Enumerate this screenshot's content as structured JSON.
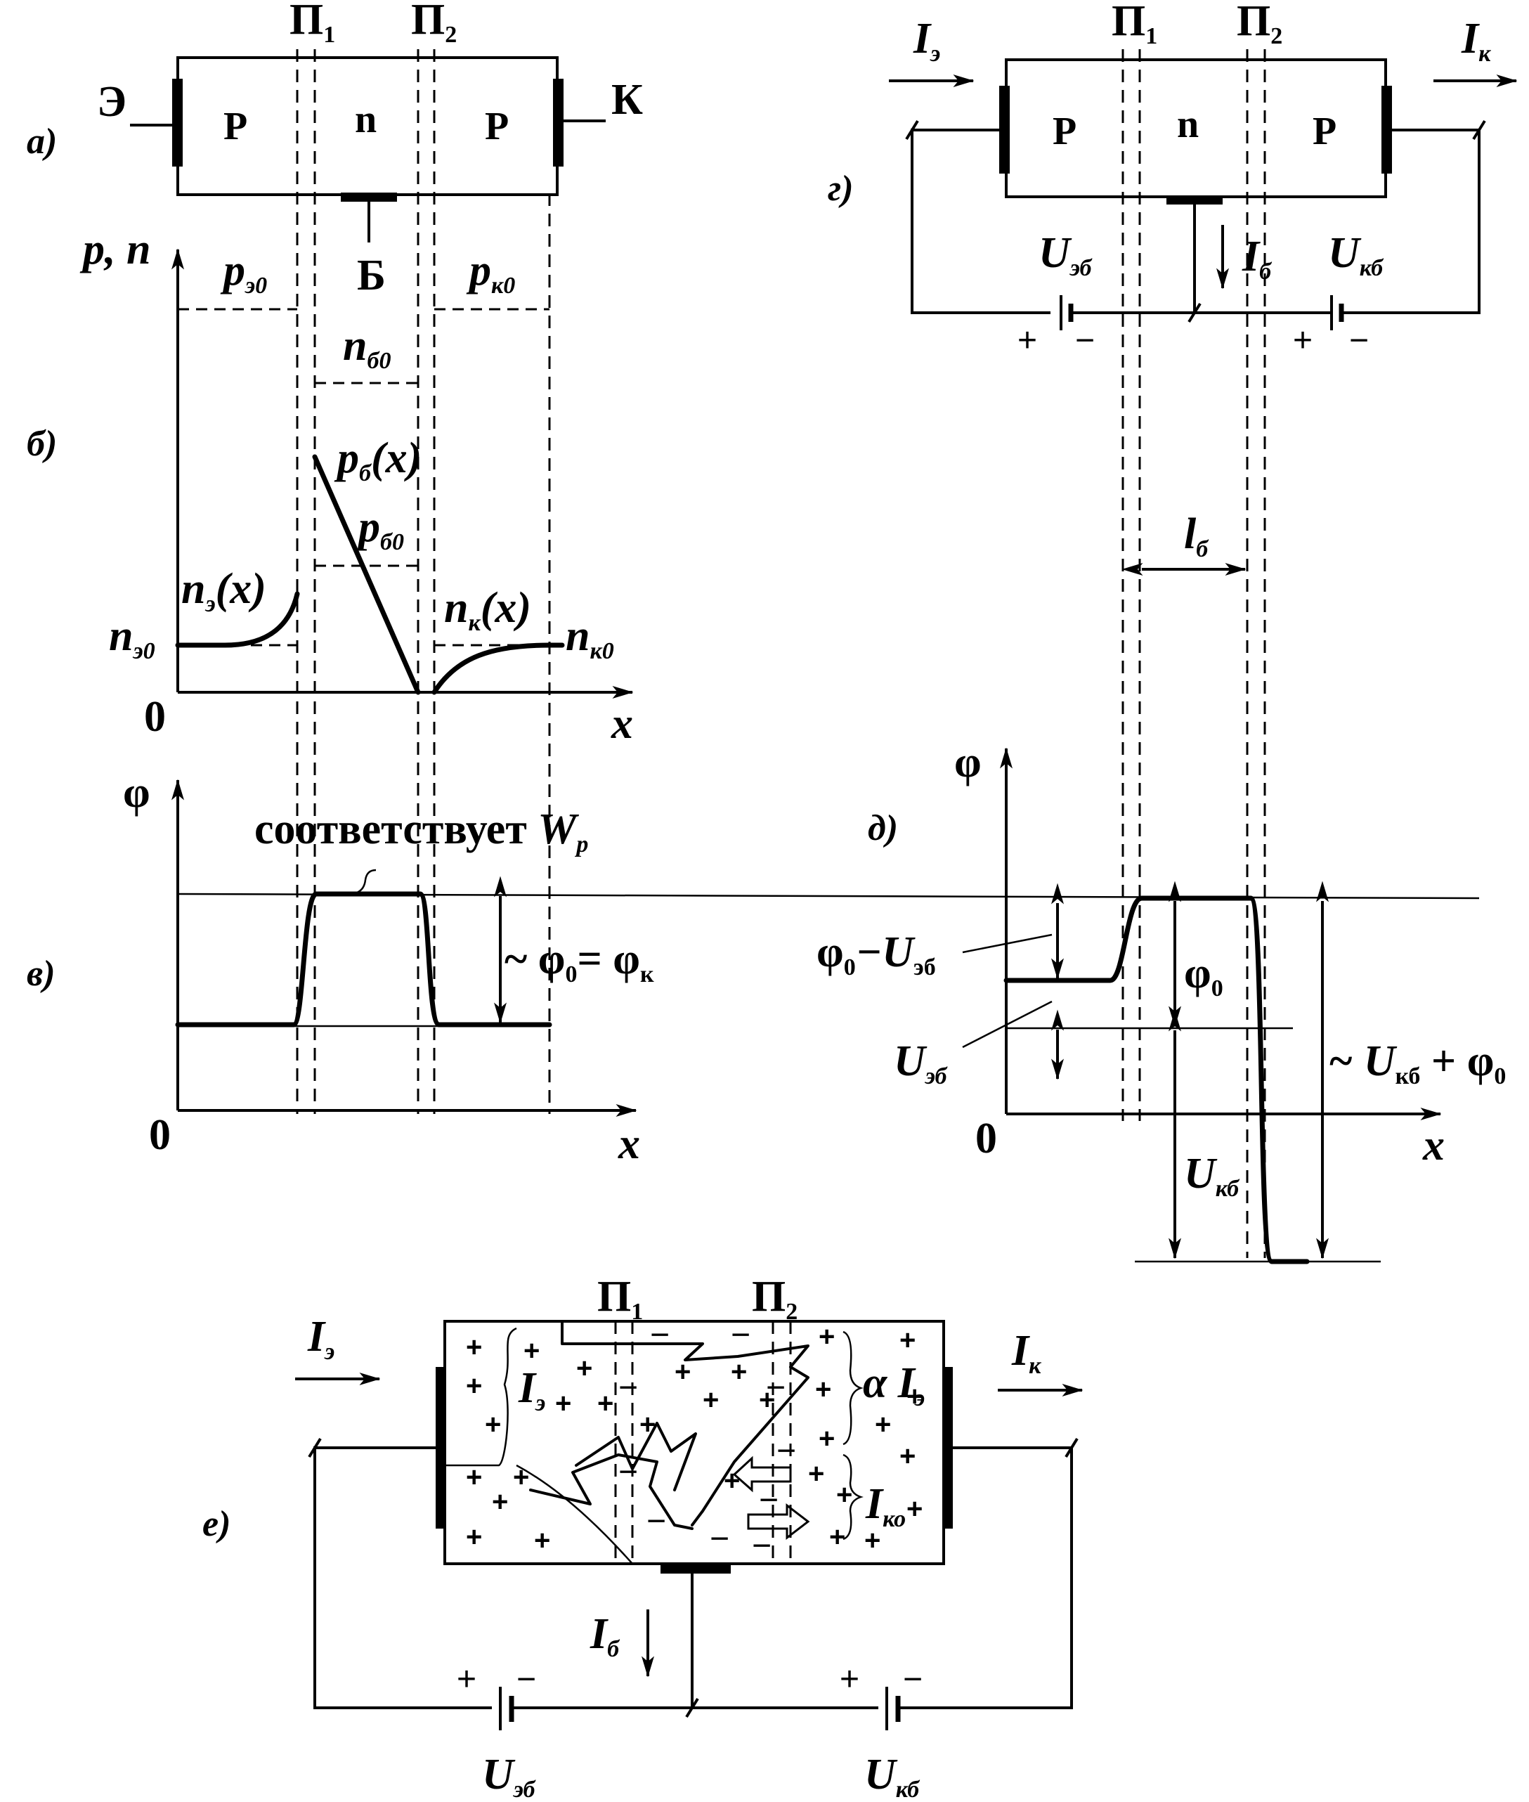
{
  "panels": {
    "a": "а)",
    "b": "б)",
    "v": "в)",
    "g": "г)",
    "d": "д)",
    "e": "е)"
  },
  "regions": {
    "p_left": "P",
    "n_mid": "n",
    "p_right": "P"
  },
  "terminals": {
    "emitter": "Э",
    "collector": "К",
    "base": "Б"
  },
  "junctions": {
    "j1_main": "П",
    "j1_sub": "1",
    "j2_main": "П",
    "j2_sub": "2"
  },
  "axes": {
    "b_y": "p, n",
    "phi": "φ",
    "zero": "0",
    "x": "x"
  },
  "concentrations": {
    "pe0_main": "p",
    "pe0_sub": "э0",
    "pk0_main": "p",
    "pk0_sub": "к0",
    "nb0_main": "n",
    "nb0_sub": "б0",
    "pb_main": "p",
    "pb_sub": "б",
    "pb_arg": "(x)",
    "pb0_main": "p",
    "pb0_sub": "б0",
    "ne_main": "n",
    "ne_sub": "э",
    "ne_arg": "(x)",
    "ne0_main": "n",
    "ne0_sub": "э0",
    "nk_main": "n",
    "nk_sub": "к",
    "nk_arg": "(x)",
    "nk0_main": "n",
    "nk0_sub": "к0"
  },
  "potential_v": {
    "note_text": "соответствует ",
    "note_w": "W",
    "note_w_sub": "p",
    "phi0_eq_a": "~ φ",
    "phi0_eq_sub": "0",
    "phi0_eq_b": "= φ",
    "phi0_eq_sub2": "к"
  },
  "circuit_g": {
    "ie_main": "I",
    "ie_sub": "э",
    "ik_main": "I",
    "ik_sub": "к",
    "ib_main": "I",
    "ib_sub": "б",
    "ueb_main": "U",
    "ueb_sub": "эб",
    "ukb_main": "U",
    "ukb_sub": "кб",
    "plus": "+",
    "minus": "−"
  },
  "width_lb": {
    "main": "l",
    "sub": "б"
  },
  "potential_d": {
    "phi0_minus_main": "φ",
    "phi0_minus_sub": "0",
    "phi0_minus_rest": "−U",
    "phi0_minus_sub2": "эб",
    "phi0_main": "φ",
    "phi0_sub": "0",
    "ueb_main": "U",
    "ueb_sub": "эб",
    "ukb_main": "U",
    "ukb_sub": "кб",
    "sum_a": "~ U",
    "sum_sub": "кб",
    "sum_b": " + φ",
    "sum_sub2": "0"
  },
  "panel_e": {
    "ie_main": "I",
    "ie_sub": "э",
    "ik_main": "I",
    "ik_sub": "к",
    "ie_inner_main": "I",
    "ie_inner_sub": "э",
    "alpha_main": "α I",
    "alpha_sub": "э",
    "iko_main": "I",
    "iko_sub": "ко",
    "ib_main": "I",
    "ib_sub": "б",
    "ueb_main": "U",
    "ueb_sub": "эб",
    "ukb_main": "U",
    "ukb_sub": "кб",
    "plus": "+",
    "minus": "−",
    "charge_plus": "+",
    "charge_minus": "−"
  }
}
